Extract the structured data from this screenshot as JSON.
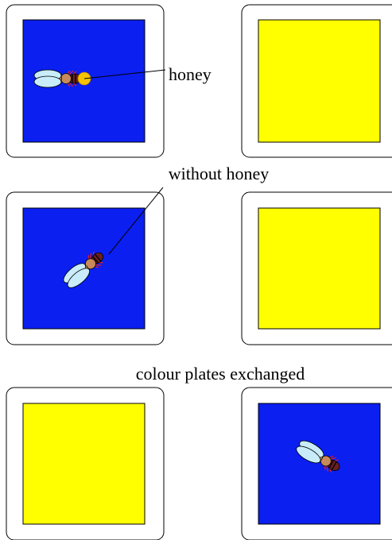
{
  "labels": {
    "honey": "honey",
    "without_honey": "without honey",
    "exchanged": "colour plates exchanged"
  },
  "colors": {
    "blue_plate": "#0a1ff0",
    "yellow_plate": "#ffff00",
    "honey_drop": "#f5c400",
    "frame_stroke": "#000000",
    "bee_body": "#c88a5a",
    "bee_wing": "#c9ecfa",
    "bee_legs": "#e02020"
  },
  "icons": {
    "bee": "bee-icon",
    "honey": "honey-drop-icon"
  }
}
